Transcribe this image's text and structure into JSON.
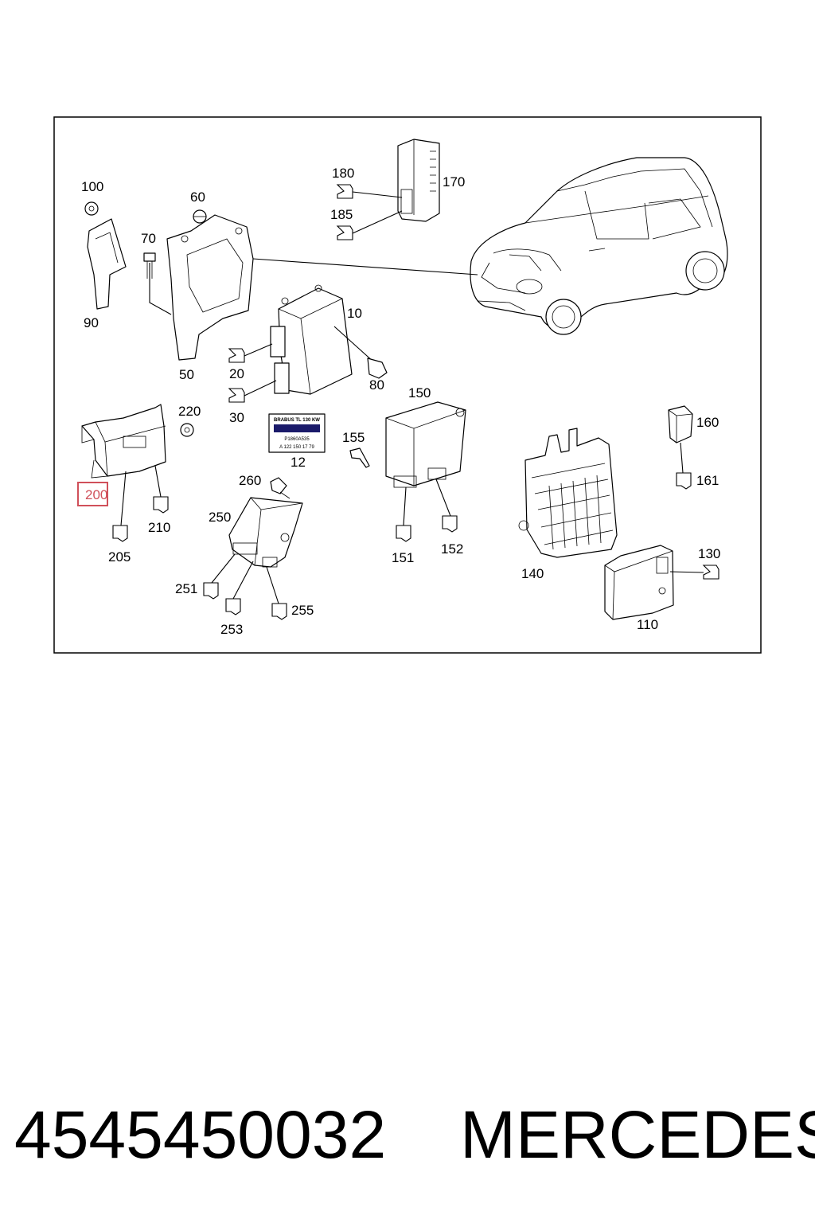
{
  "callouts": {
    "c100": "100",
    "c60": "60",
    "c70": "70",
    "c90": "90",
    "c50": "50",
    "c180": "180",
    "c170": "170",
    "c185": "185",
    "c10": "10",
    "c20": "20",
    "c30": "30",
    "c80": "80",
    "c150": "150",
    "c155": "155",
    "c151": "151",
    "c152": "152",
    "c220": "220",
    "c200": "200",
    "c205": "205",
    "c210": "210",
    "c12": "12",
    "c260": "260",
    "c250": "250",
    "c251": "251",
    "c253": "253",
    "c255": "255",
    "c160": "160",
    "c161": "161",
    "c140": "140",
    "c130": "130",
    "c110": "110"
  },
  "label_sticker": {
    "line1": "BRABUS TL 130 KW",
    "line2": "P1860A535",
    "line3": "A 122 150 17 79"
  },
  "highlighted_callout": "200",
  "highlight_color": "#d0505a",
  "footer": {
    "part_number": "4545450032",
    "brand": "MERCEDES"
  }
}
